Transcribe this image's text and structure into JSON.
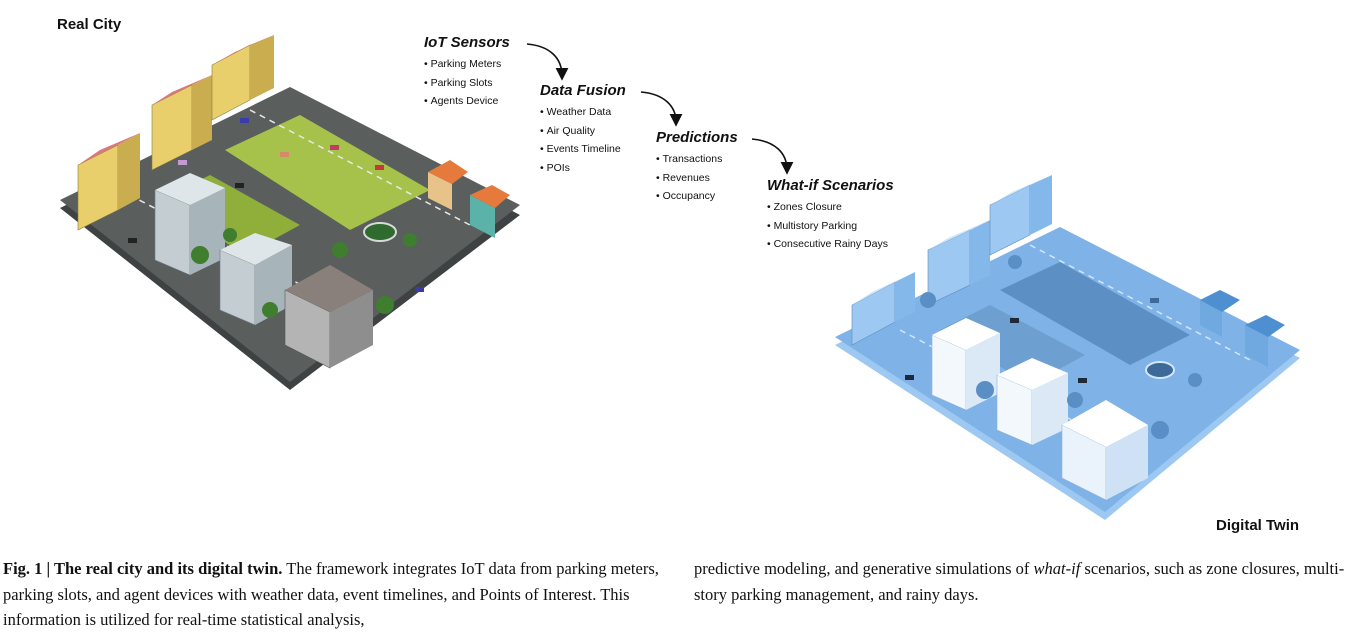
{
  "labels": {
    "real_city": "Real City",
    "digital_twin": "Digital Twin"
  },
  "stages": [
    {
      "title": "IoT Sensors",
      "items": [
        "Parking Meters",
        "Parking Slots",
        "Agents Device"
      ]
    },
    {
      "title": "Data Fusion",
      "items": [
        "Weather Data",
        "Air Quality",
        "Events Timeline",
        "POIs"
      ]
    },
    {
      "title": "Predictions",
      "items": [
        "Transactions",
        "Revenues",
        "Occupancy"
      ]
    },
    {
      "title": "What-if Scenarios",
      "items": [
        "Zones Closure",
        "Multistory Parking",
        "Consecutive Rainy Days"
      ]
    }
  ],
  "caption": {
    "fig_label": "Fig. 1 | ",
    "fig_title": "The real city and its digital twin.",
    "left_text": " The framework integrates IoT data from parking meters, parking slots, and agent devices with weather data, event timelines, and Points of Interest. This information is utilized for real-time statistical analysis,",
    "right_pre": "predictive modeling, and generative simulations of ",
    "right_italic": "what-if",
    "right_post": " scenarios, such as zone closures, multi-story parking management, and rainy days."
  },
  "colors": {
    "real_ground": "#5a5f5e",
    "real_grass": "#a6c24a",
    "real_building_yellow": "#e9cf6c",
    "real_roof": "#d97a7a",
    "twin_ground": "#7fb2e6",
    "twin_light": "#cfe6fb",
    "twin_mid": "#9cc8f1"
  }
}
